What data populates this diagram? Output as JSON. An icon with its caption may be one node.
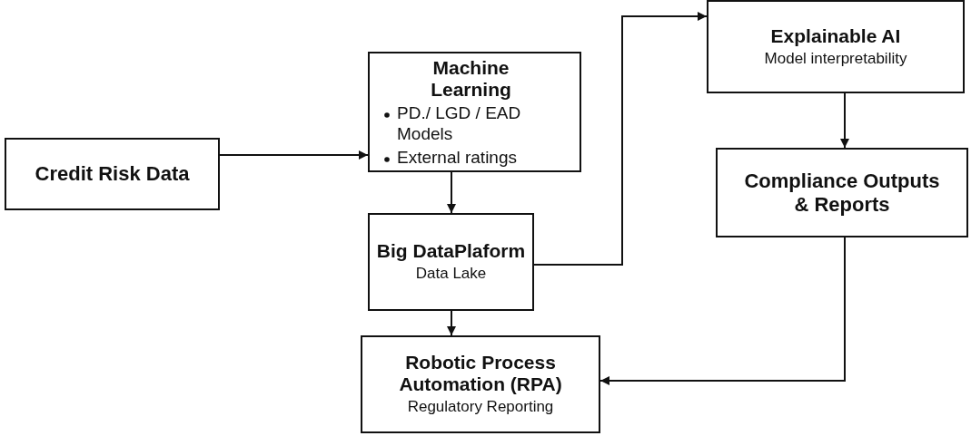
{
  "diagram": {
    "nodes": [
      {
        "text": [
          "Credit Risk Data"
        ]
      },
      {
        "text": [
          "Machine Learning",
          "PD./ LGD / EAD Models",
          "External ratings"
        ]
      },
      {
        "text": [
          "Big DataPlaform",
          "Data Lake"
        ]
      },
      {
        "text": [
          "Robotic Process Automation (RPA)",
          "Regulatory Reporting"
        ]
      },
      {
        "text": [
          "Explainable AI",
          "Model interpretability"
        ]
      },
      {
        "text": [
          "Compliance Outputs & Reports"
        ]
      }
    ],
    "edges": [
      {
        "from": 0,
        "to": 1,
        "arrow": "to"
      },
      {
        "from": 1,
        "to": 2,
        "arrow": "to"
      },
      {
        "from": 2,
        "to": 4,
        "arrow": "to"
      },
      {
        "from": 4,
        "to": 5,
        "arrow": "to"
      },
      {
        "from": 2,
        "to": 3,
        "arrow": "to"
      },
      {
        "from": 5,
        "to": 3,
        "arrow": "to"
      }
    ]
  }
}
